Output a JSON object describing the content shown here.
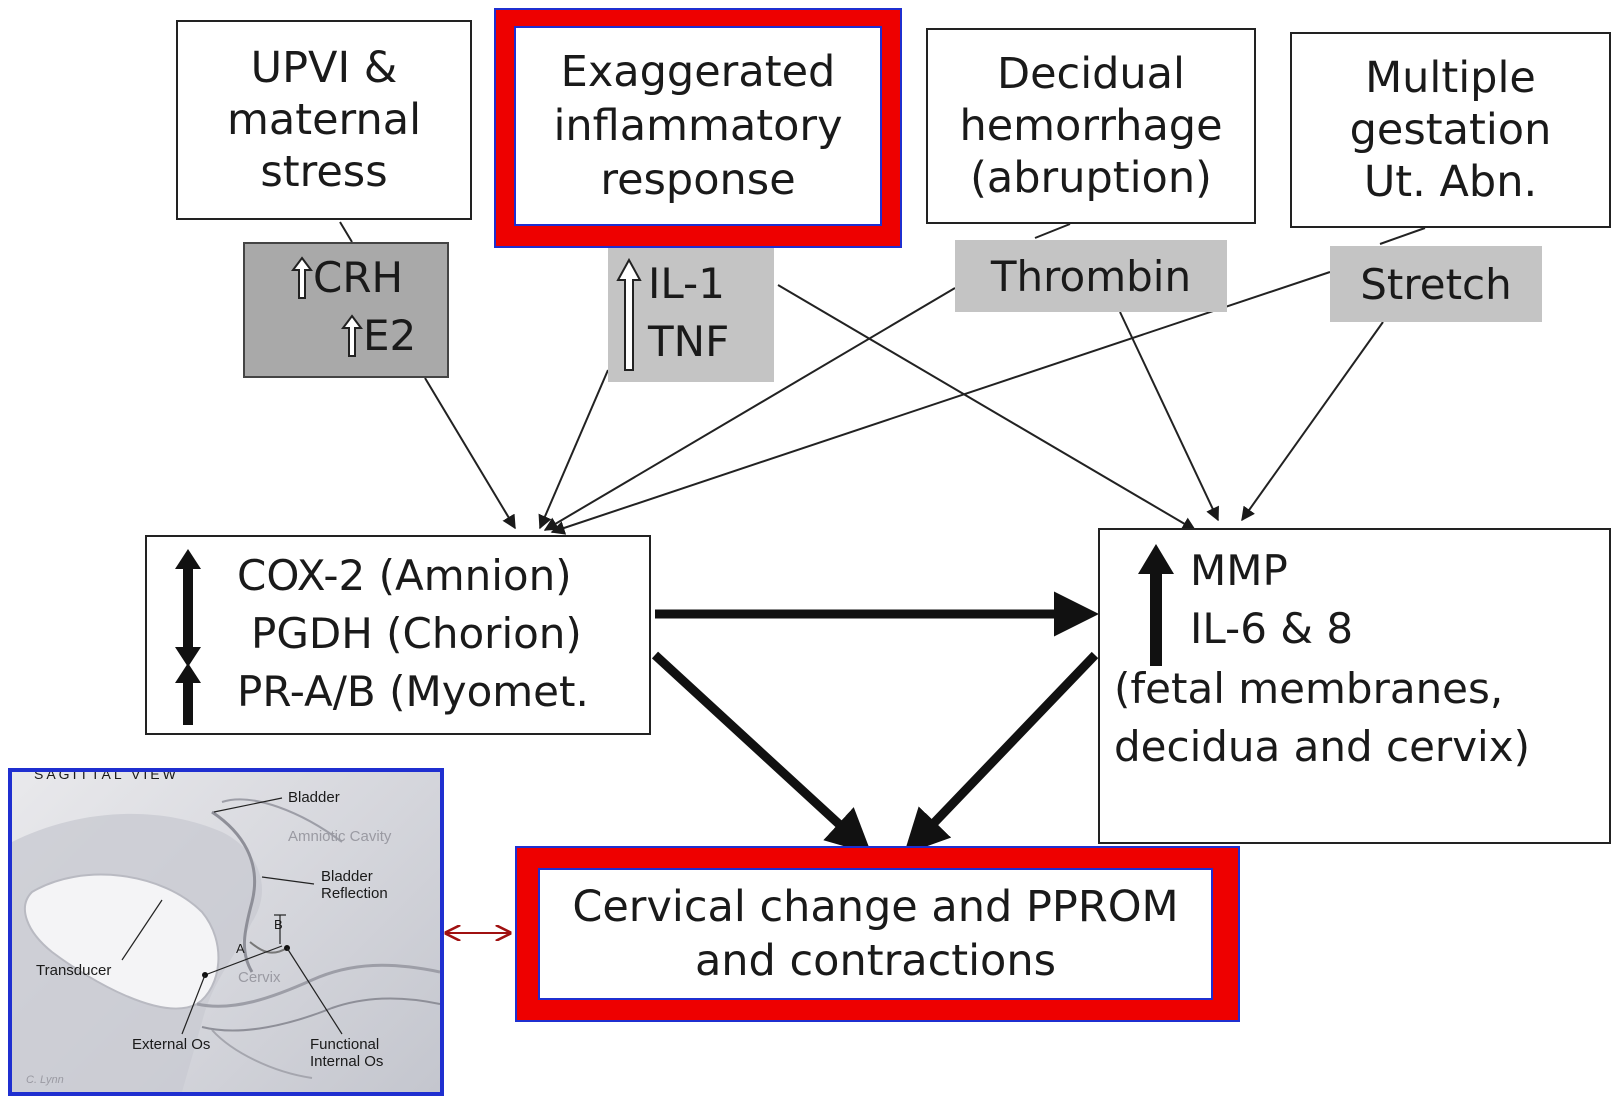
{
  "top_boxes": {
    "upvi": "UPVI &\nmaternal\nstress",
    "inflammatory": "Exaggerated\ninflammatory\nresponse",
    "decidual": "Decidual\nhemorrhage\n(abruption)",
    "multiple": "Multiple\ngestation\nUt. Abn."
  },
  "mediators": {
    "crh": "CRH",
    "e2": "E2",
    "il1": "IL-1",
    "tnf": "TNF",
    "thrombin": "Thrombin",
    "stretch": "Stretch"
  },
  "middle_left": {
    "cox2": "COX-2 (Amnion)",
    "pgdh": "PGDH (Chorion)",
    "pr": "PR-A/B (Myomet."
  },
  "middle_right": {
    "mmp": "MMP",
    "il6": "IL-6 & 8",
    "location": "(fetal membranes,\ndecidua and cervix)"
  },
  "outcome": "Cervical change and PPROM\nand contractions",
  "sagittal": {
    "title": "SAGITTAL VIEW",
    "bladder": "Bladder",
    "amniotic": "Amniotic Cavity",
    "bladder_reflection": "Bladder\nReflection",
    "transducer": "Transducer",
    "cervix": "Cervix",
    "b": "B",
    "a": "A",
    "external_os": "External Os",
    "functional_internal_os": "Functional\nInternal Os",
    "signature": "C. Lynn"
  },
  "colors": {
    "highlight_red": "#ee0000",
    "highlight_border": "#1f2fd0",
    "mediator_gray": "#c4c4c4",
    "double_arrow": "#a01010"
  }
}
